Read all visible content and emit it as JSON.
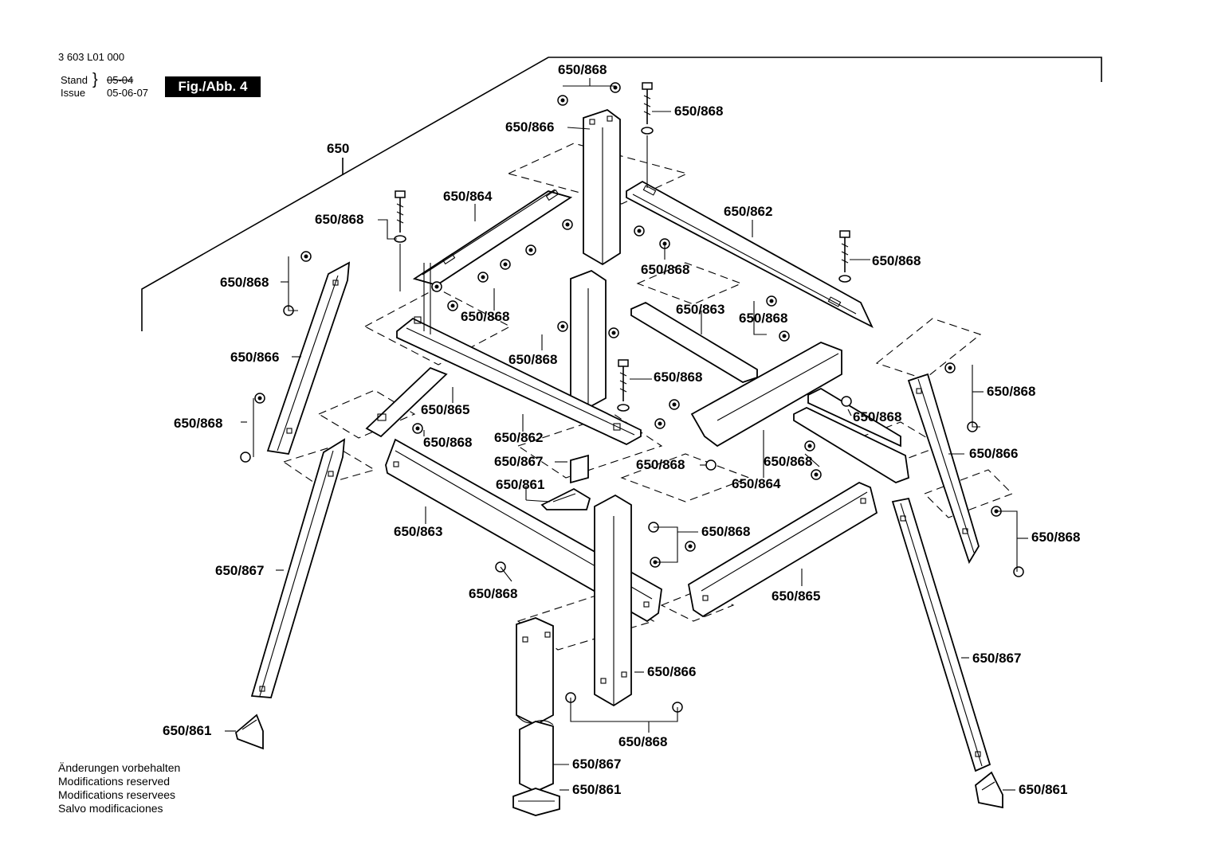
{
  "header": {
    "doc_number": "3 603 L01 000",
    "stand_label": "Stand",
    "issue_label": "Issue",
    "old_date": "05-04",
    "issue_date": "05-06-07",
    "figure_label": "Fig./Abb. 4"
  },
  "callouts": [
    {
      "id": "c-650",
      "text": "650"
    },
    {
      "id": "c-top-bolt-left",
      "text": "650/868"
    },
    {
      "id": "c-top-bolt-right",
      "text": "650/868"
    },
    {
      "id": "c-top-leg",
      "text": "650/866"
    },
    {
      "id": "c-rail-864-top",
      "text": "650/864"
    },
    {
      "id": "c-bolt-left",
      "text": "650/868"
    },
    {
      "id": "c-rail-862-top",
      "text": "650/862"
    },
    {
      "id": "c-bolt-right",
      "text": "650/868"
    },
    {
      "id": "c-nut-center-top",
      "text": "650/868"
    },
    {
      "id": "c-left-pins",
      "text": "650/868"
    },
    {
      "id": "c-nut-center-left",
      "text": "650/868"
    },
    {
      "id": "c-rail-863-mid",
      "text": "650/863"
    },
    {
      "id": "c-nut-right-mid",
      "text": "650/868"
    },
    {
      "id": "c-left-leg",
      "text": "650/866"
    },
    {
      "id": "c-nut-center-mid",
      "text": "650/868"
    },
    {
      "id": "c-bolt-center",
      "text": "650/868"
    },
    {
      "id": "c-right-pins",
      "text": "650/868"
    },
    {
      "id": "c-left-pins-low",
      "text": "650/868"
    },
    {
      "id": "c-brace-865-left",
      "text": "650/865"
    },
    {
      "id": "c-nut-right-low",
      "text": "650/868"
    },
    {
      "id": "c-nut-left-low",
      "text": "650/868"
    },
    {
      "id": "c-rail-862-mid",
      "text": "650/862"
    },
    {
      "id": "c-right-leg",
      "text": "650/866"
    },
    {
      "id": "c-ext-867-center",
      "text": "650/867"
    },
    {
      "id": "c-nut-center-low",
      "text": "650/868"
    },
    {
      "id": "c-nut-right-lower",
      "text": "650/868"
    },
    {
      "id": "c-foot-center",
      "text": "650/861"
    },
    {
      "id": "c-rail-864-low",
      "text": "650/864"
    },
    {
      "id": "c-pins-front",
      "text": "650/868"
    },
    {
      "id": "c-right-pins-low",
      "text": "650/868"
    },
    {
      "id": "c-rail-863-low",
      "text": "650/863"
    },
    {
      "id": "c-ext-867-left",
      "text": "650/867"
    },
    {
      "id": "c-pin-front-left",
      "text": "650/868"
    },
    {
      "id": "c-brace-865-right",
      "text": "650/865"
    },
    {
      "id": "c-front-leg",
      "text": "650/866"
    },
    {
      "id": "c-ext-867-right",
      "text": "650/867"
    },
    {
      "id": "c-foot-left",
      "text": "650/861"
    },
    {
      "id": "c-pins-bottom",
      "text": "650/868"
    },
    {
      "id": "c-ext-867-front",
      "text": "650/867"
    },
    {
      "id": "c-foot-front",
      "text": "650/861"
    },
    {
      "id": "c-foot-right",
      "text": "650/861"
    }
  ],
  "footer": {
    "lines": [
      "Änderungen vorbehalten",
      "Modifications reserved",
      "Modifications reservees",
      "Salvo modificaciones"
    ]
  }
}
